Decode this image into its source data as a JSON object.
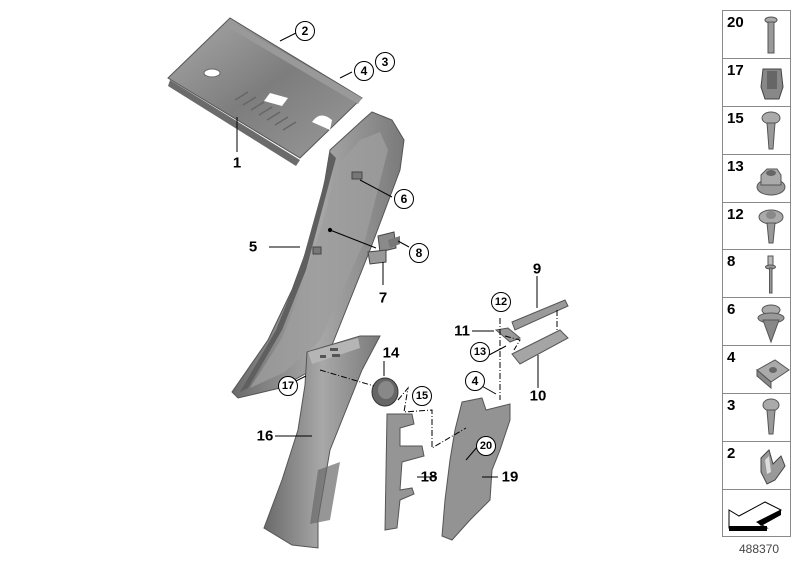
{
  "diagram": {
    "title": "Interior trim panel / pillar trim exploded parts diagram",
    "image_id": "488370",
    "part_color": "#8c8c8c",
    "part_dark": "#5e5e5e",
    "part_light": "#b8b8b8",
    "line_color": "#000000",
    "callouts": [
      {
        "id": "c1",
        "label": "1",
        "circled": false
      },
      {
        "id": "c2",
        "label": "2",
        "circled": true
      },
      {
        "id": "c3",
        "label": "3",
        "circled": true
      },
      {
        "id": "c4a",
        "label": "4",
        "circled": true
      },
      {
        "id": "c5",
        "label": "5",
        "circled": false
      },
      {
        "id": "c6",
        "label": "6",
        "circled": true
      },
      {
        "id": "c7",
        "label": "7",
        "circled": false
      },
      {
        "id": "c8",
        "label": "8",
        "circled": true
      },
      {
        "id": "c9",
        "label": "9",
        "circled": false
      },
      {
        "id": "c10",
        "label": "10",
        "circled": false
      },
      {
        "id": "c11",
        "label": "11",
        "circled": false
      },
      {
        "id": "c12",
        "label": "12",
        "circled": true
      },
      {
        "id": "c13",
        "label": "13",
        "circled": true
      },
      {
        "id": "c4b",
        "label": "4",
        "circled": true
      },
      {
        "id": "c14",
        "label": "14",
        "circled": false
      },
      {
        "id": "c15",
        "label": "15",
        "circled": true
      },
      {
        "id": "c16",
        "label": "16",
        "circled": false
      },
      {
        "id": "c17",
        "label": "17",
        "circled": true
      },
      {
        "id": "c18",
        "label": "18",
        "circled": false
      },
      {
        "id": "c19",
        "label": "19",
        "circled": false
      },
      {
        "id": "c20",
        "label": "20",
        "circled": true
      }
    ]
  },
  "legend": {
    "items": [
      {
        "number": "20",
        "icon": "long-screw-icon"
      },
      {
        "number": "17",
        "icon": "spring-clip-icon"
      },
      {
        "number": "15",
        "icon": "pan-head-screw-icon"
      },
      {
        "number": "13",
        "icon": "hex-flange-nut-icon"
      },
      {
        "number": "12",
        "icon": "washer-screw-icon"
      },
      {
        "number": "8",
        "icon": "blind-rivet-icon"
      },
      {
        "number": "6",
        "icon": "expanding-rivet-icon"
      },
      {
        "number": "4",
        "icon": "speed-nut-icon"
      },
      {
        "number": "3",
        "icon": "tapping-screw-icon"
      },
      {
        "number": "2",
        "icon": "clip-icon"
      },
      {
        "number": "",
        "icon": "installation-direction-arrow-icon"
      }
    ]
  }
}
